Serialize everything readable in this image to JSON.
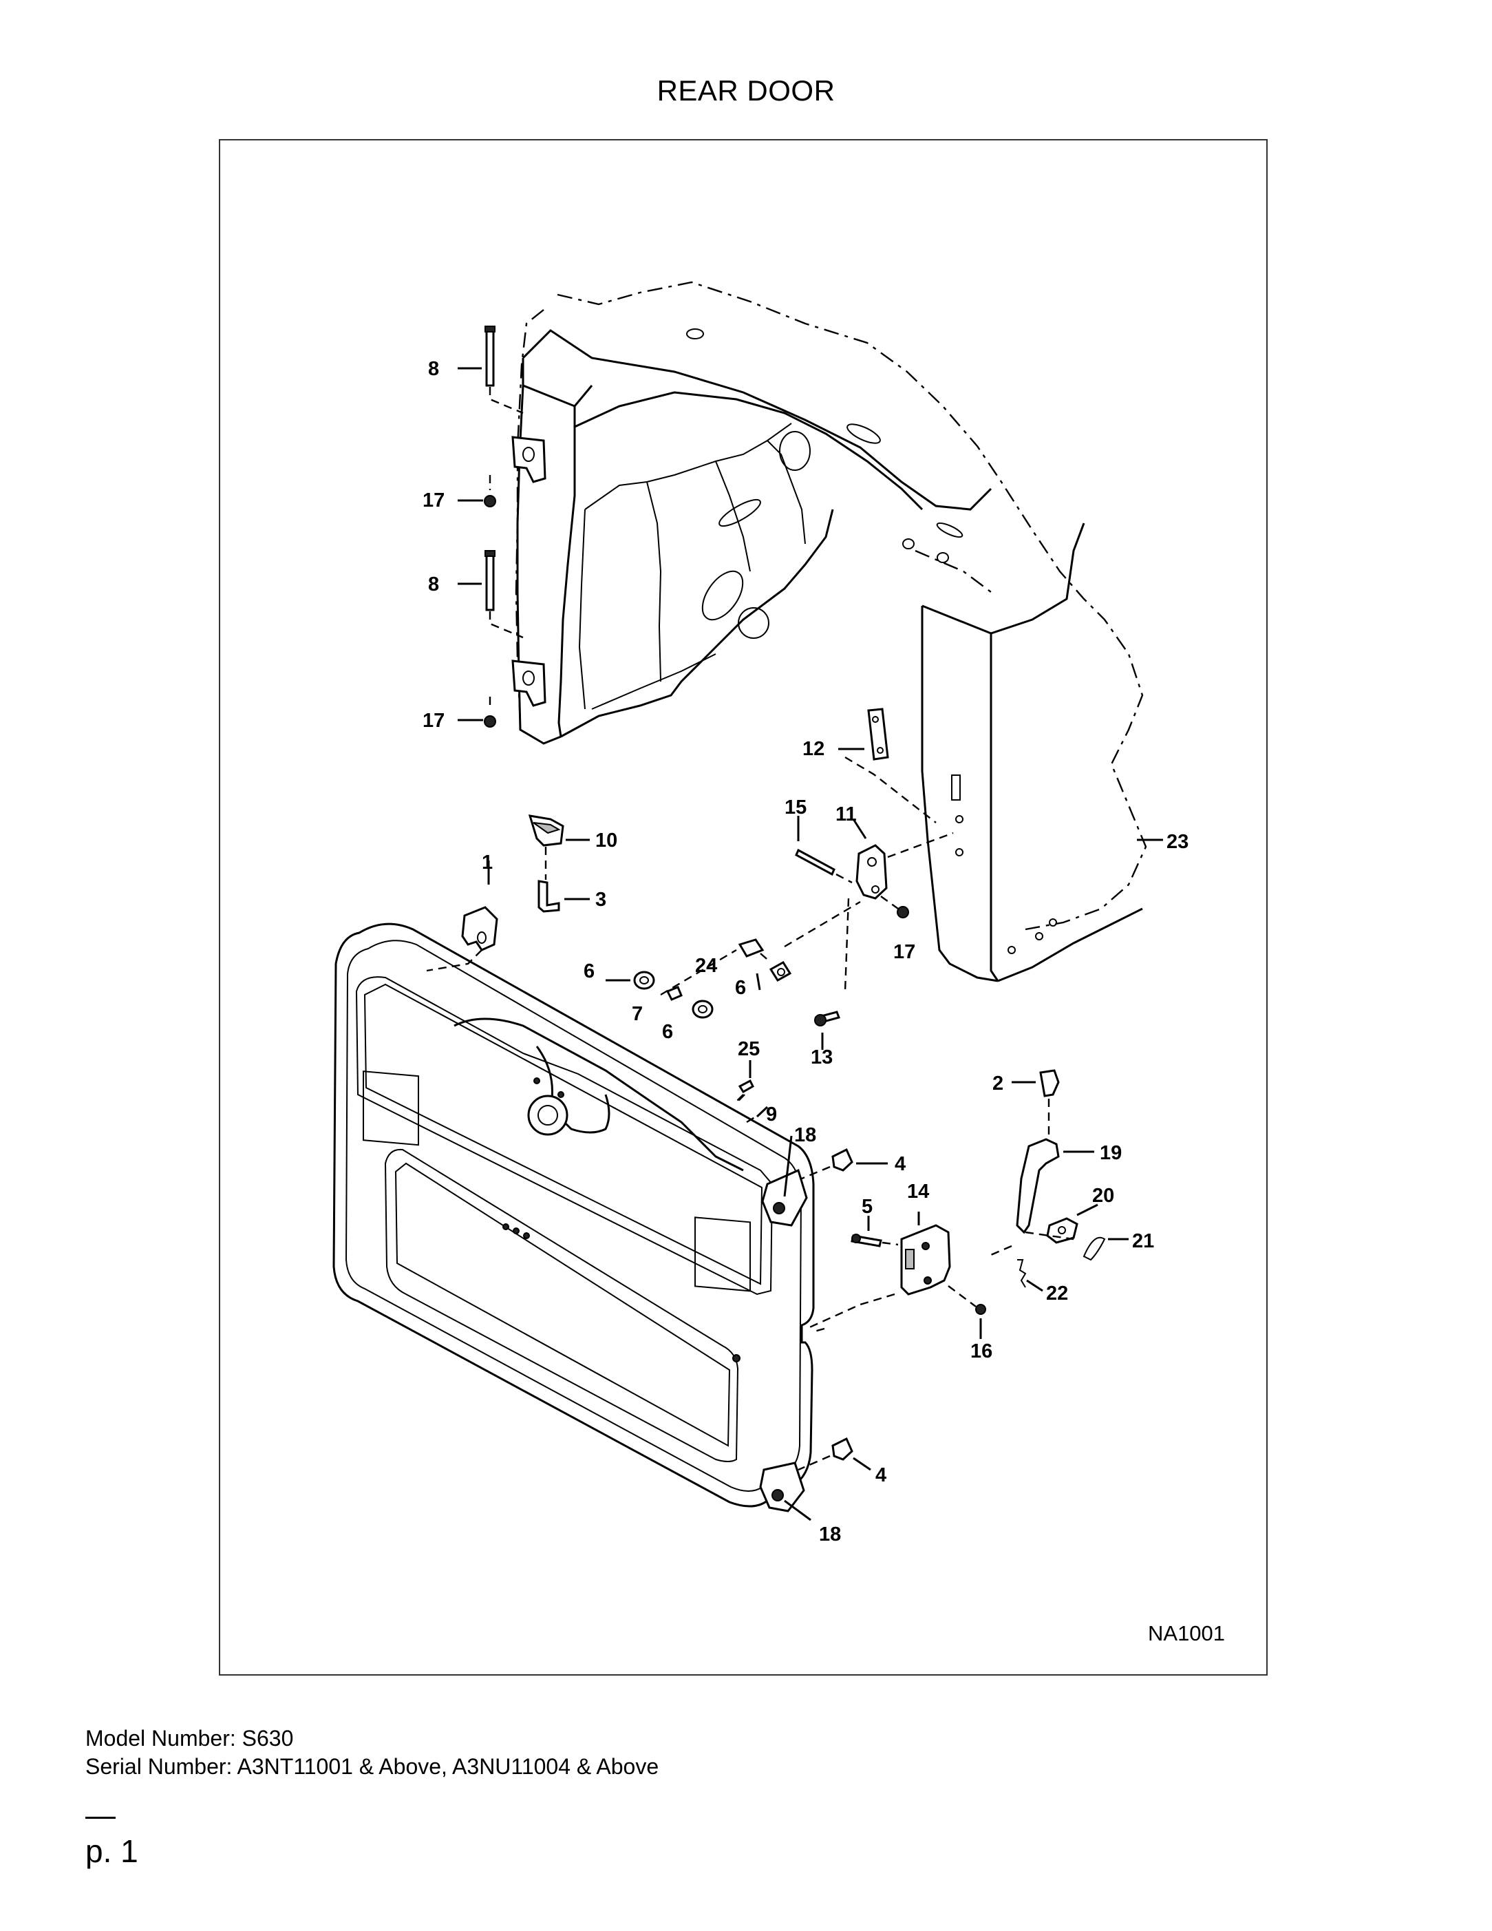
{
  "title": "REAR DOOR",
  "figure_code": "NA1001",
  "callouts": {
    "c8a": "8",
    "c17a": "17",
    "c8b": "8",
    "c17b": "17",
    "c12": "12",
    "c15": "15",
    "c11": "11",
    "c23": "23",
    "c10": "10",
    "c1": "1",
    "c3": "3",
    "c24": "24",
    "c6a": "6",
    "c6b": "6",
    "c6c": "6",
    "c7": "7",
    "c17c": "17",
    "c13": "13",
    "c25": "25",
    "c9": "9",
    "c18a": "18",
    "c4a": "4",
    "c2": "2",
    "c19": "19",
    "c20": "20",
    "c21": "21",
    "c14": "14",
    "c5": "5",
    "c22": "22",
    "c16": "16",
    "c4b": "4",
    "c18b": "18"
  },
  "footer": {
    "model": "Model Number: S630",
    "serial": "Serial Number: A3NT11001 & Above, A3NU11004 & Above",
    "page": "p. 1"
  }
}
